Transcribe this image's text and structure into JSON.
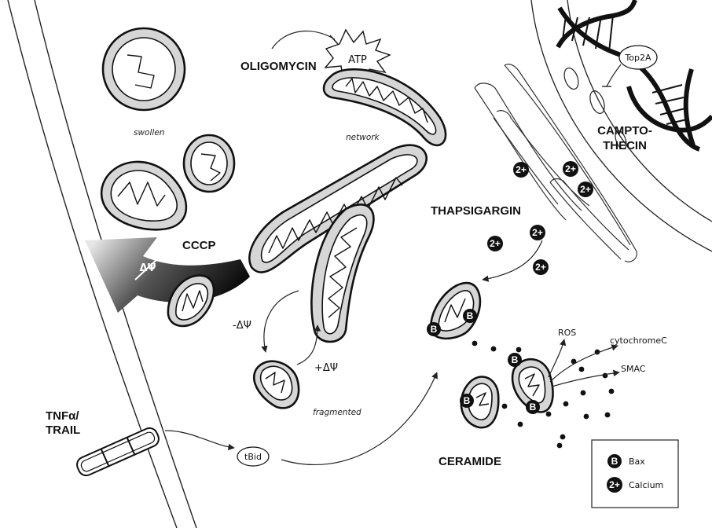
{
  "labels": {
    "oligomycin": "OLIGOMYCIN",
    "atp": "ATP",
    "swollen": "swollen",
    "network": "network",
    "fragmented": "fragmented",
    "cccp": "CCCP",
    "delta_psi_symbol": "ΔΨ",
    "minus_delta_psi": "-ΔΨ",
    "plus_delta_psi": "+ΔΨ",
    "camptothecin_line1": "CAMPTO-",
    "camptothecin_line2": "THECIN",
    "top2a": "Top2A",
    "thapsigargin": "THAPSIGARGIN",
    "ros": "ROS",
    "cytochrome_c": "cytochromeC",
    "smac": "SMAC",
    "tnf_line1": "TNFα/",
    "tnf_line2": "TRAIL",
    "tbid": "tBid",
    "ceramide": "CERAMIDE",
    "bax_glyph": "B",
    "calcium_glyph": "2+"
  },
  "legend": {
    "items": [
      {
        "glyph": "B",
        "label": "Bax"
      },
      {
        "glyph": "2+",
        "label": "Calcium"
      }
    ]
  },
  "colors": {
    "outline": "#111111",
    "mito_fill": "#d6d6d6",
    "background": "#ffffff"
  }
}
